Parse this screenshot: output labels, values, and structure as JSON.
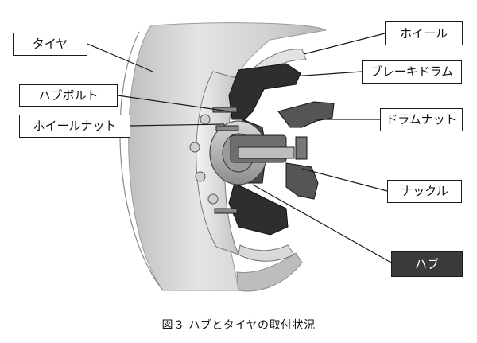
{
  "labels": {
    "tire": "タイヤ",
    "wheel": "ホイール",
    "brake_drum": "ブレーキドラム",
    "hub_bolt": "ハブボルト",
    "wheel_nut": "ホイールナット",
    "drum_nut": "ドラムナット",
    "knuckle": "ナックル",
    "hub": "ハブ"
  },
  "caption": "図３ ハブとタイヤの取付状況",
  "colors": {
    "hub_label_fill": "#3a3a3a",
    "line": "#1a1a1a",
    "tire_fill": "#c9c9c9",
    "dark_part": "#2e2e2e"
  }
}
